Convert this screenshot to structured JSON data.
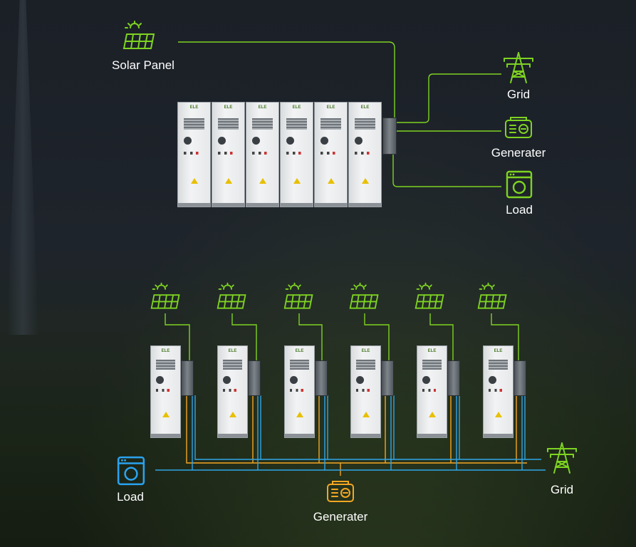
{
  "diagram": {
    "top": {
      "solar_label": "Solar Panel",
      "grid_label": "Grid",
      "generator_label": "Generater",
      "load_label": "Load"
    },
    "bottom": {
      "load_label": "Load",
      "generator_label": "Generater",
      "grid_label": "Grid"
    }
  },
  "colors": {
    "accent_green": "#7ed321",
    "ac_blue": "#2fa6e8",
    "gen_orange": "#f5a623",
    "load_blue_icon": "#2aa3f0"
  },
  "icons": [
    "solar-panel-icon",
    "grid-tower-icon",
    "generator-icon",
    "washing-machine-load-icon"
  ]
}
